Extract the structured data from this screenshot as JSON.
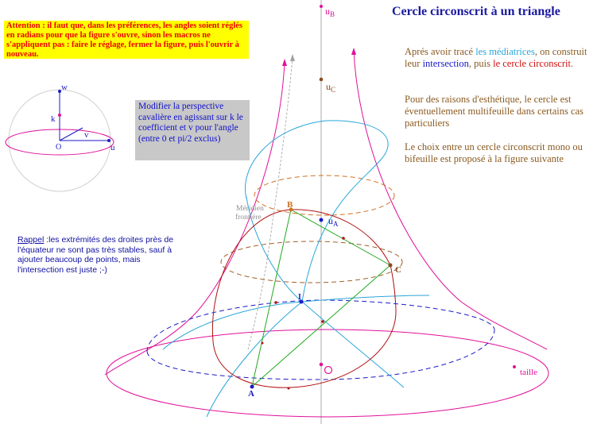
{
  "title": "Cercle circonscrit à un triangle",
  "warning": "Attention : il faut que, dans les préférences, les angles soient réglés en radians pour que la figure s'ouvre, sinon les macros ne s'appliquent pas : faire le réglage, fermer la figure, puis l'ouvrir à nouveau.",
  "perspective_note": "Modifier la perspective cavalière en agissant sur k le coefficient et v pour l'angle (entre 0 et pi/2 exclus)",
  "description": {
    "p1_before": "Aprés avoir tracé ",
    "p1_mediatrices": "les médiatrices",
    "p1_mid": ", on construit leur ",
    "p1_intersection": "intersection",
    "p1_puis": ", puis ",
    "p1_cercle": "le cercle circonscrit",
    "p1_end": ".",
    "p2": "Pour des raisons d'esthétique, le cercle est éventuellement multifeuille dans certains cas particuliers",
    "p3": "Le choix entre un cercle circonscrit mono ou bifeuille est proposé à la figure suivante"
  },
  "rappel": {
    "label": "Rappel",
    "text": " :les extrémités des droites près de l'équateur ne sont pas très stables, sauf à ajouter beaucoup de points, mais l'intersection est juste ;-)"
  },
  "labels": {
    "uB": "u",
    "uB_sub": "B",
    "uC": "u",
    "uC_sub": "C",
    "uA": "u",
    "uA_sub": "A",
    "A": "A",
    "B": "B",
    "C": "C",
    "I": "I",
    "O": "O",
    "meridien": "Méridien",
    "frontiere": "frontière",
    "taille": "taille",
    "w": "w",
    "k": "k",
    "v": "v",
    "u": "u",
    "origin": "O"
  },
  "colors": {
    "magenta": "#e0109a",
    "cyan": "#2aa6d8",
    "green": "#22aa22",
    "darkred": "#b01010",
    "navy": "#1a1ac8",
    "orange": "#d07020",
    "brown": "#8a4a20",
    "warning_bg": "#ffff00",
    "panel_bg": "#c8c8c8"
  }
}
